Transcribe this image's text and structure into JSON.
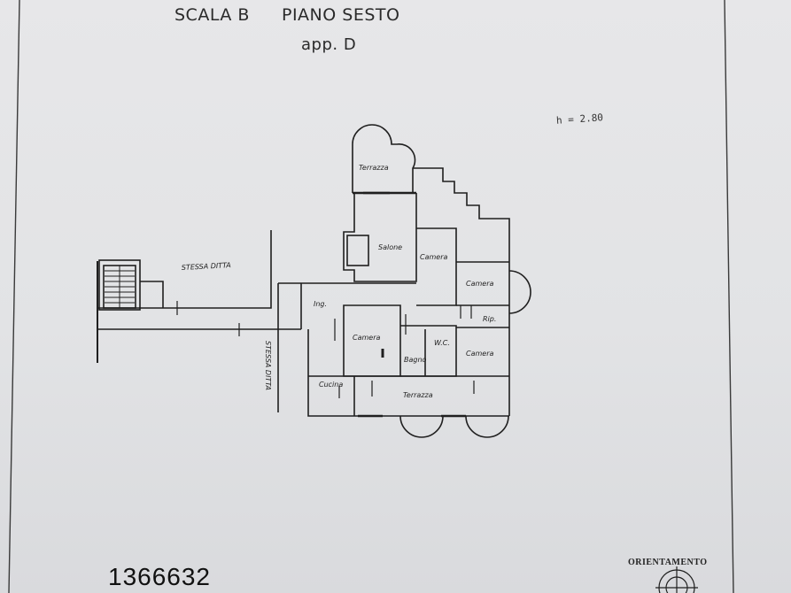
{
  "header": {
    "scala": "SCALA B",
    "piano": "PIANO SESTO",
    "apartment": "app. D"
  },
  "height_note": "h = 2.80",
  "document_number": "1366632",
  "compass_label": "ORIENTAMENTO",
  "rooms": {
    "terrace_top": "Terrazza",
    "salone": "Salone",
    "camera_1": "Camera",
    "camera_2": "Camera",
    "camera_3": "Camera",
    "camera_4": "Camera",
    "ingresso": "Ing.",
    "rip": "Rip.",
    "wc": "W.C.",
    "bagno": "Bagno",
    "cucina": "Cucina",
    "terrace_bottom": "Terrazza"
  },
  "annotations": {
    "stessa_ditta_top": "STESSA DITTA",
    "stessa_ditta_side": "STESSA DITTA"
  }
}
